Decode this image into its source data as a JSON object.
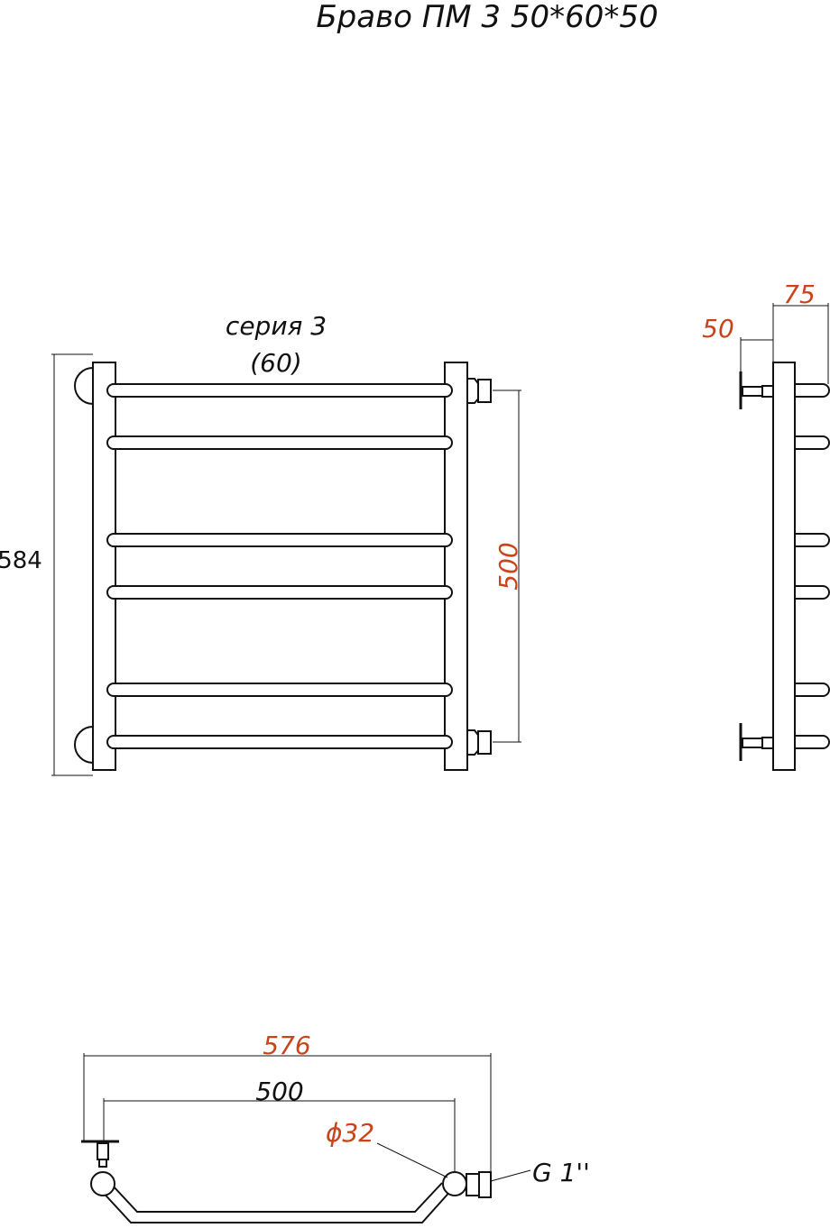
{
  "title": "Браво ПМ 3 50*60*50",
  "front_view": {
    "series_label": "серия 3",
    "series_width": "(60)",
    "height_dim": "584",
    "center_dim": "500"
  },
  "side_view": {
    "depth_dim": "75",
    "offset_dim": "50"
  },
  "bottom_view": {
    "overall_width_dim": "576",
    "center_width_dim": "500",
    "pipe_diameter": "ϕ32",
    "thread_label": "G 1''"
  },
  "colors": {
    "line": "#111111",
    "accent_dim": "#c8441a"
  }
}
